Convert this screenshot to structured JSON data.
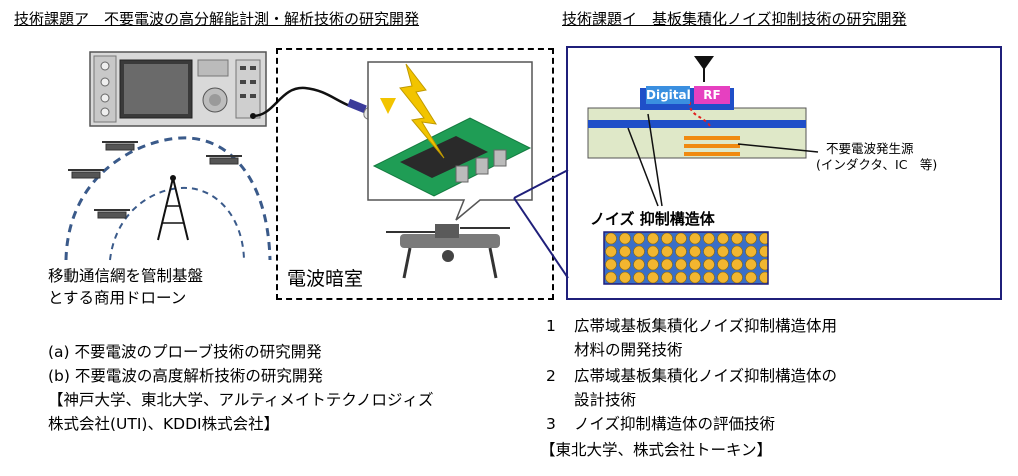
{
  "left": {
    "title": "技術課題ア　不要電波の高分解能計測・解析技術の研究開発",
    "network_label_line1": "移動通信網を管制基盤",
    "network_label_line2": "とする商用ドローン",
    "chamber_label": "電波暗室",
    "items": [
      "(a) 不要電波のプローブ技術の研究開発",
      "(b) 不要電波の高度解析技術の研究開発"
    ],
    "partners_line1": "【神戸大学、東北大学、アルティメイトテクノロジィズ",
    "partners_line2": "株式会社(UTI)、KDDI株式会社】"
  },
  "right": {
    "title": "技術課題イ　基板集積化ノイズ抑制技術の研究開発",
    "chip_digital": "Digital",
    "chip_rf": "RF",
    "source_label_line1": "不要電波発生源",
    "source_label_line2": "(インダクタ、IC　等)",
    "structure_label": "ノイズ 抑制構造体",
    "items": [
      {
        "num": "1",
        "line1": "広帯域基板集積化ノイズ抑制構造体用",
        "line2": "材料の開発技術"
      },
      {
        "num": "2",
        "line1": "広帯域基板集積化ノイズ抑制構造体の",
        "line2": "設計技術"
      },
      {
        "num": "3",
        "line1": "ノイズ抑制構造体の評価技術",
        "line2": ""
      }
    ],
    "partners": "【東北大学、株式会社トーキン】"
  },
  "colors": {
    "panel_border": "#1f1f7a",
    "substrate": "#dfe8c8",
    "blue_layer": "#1f4fc8",
    "pcb_green": "#1f9d55",
    "lightning": "#f2c400",
    "inductor": "#f08a10",
    "digital_chip": "#3a8fe0",
    "rf_chip": "#e640c0"
  }
}
